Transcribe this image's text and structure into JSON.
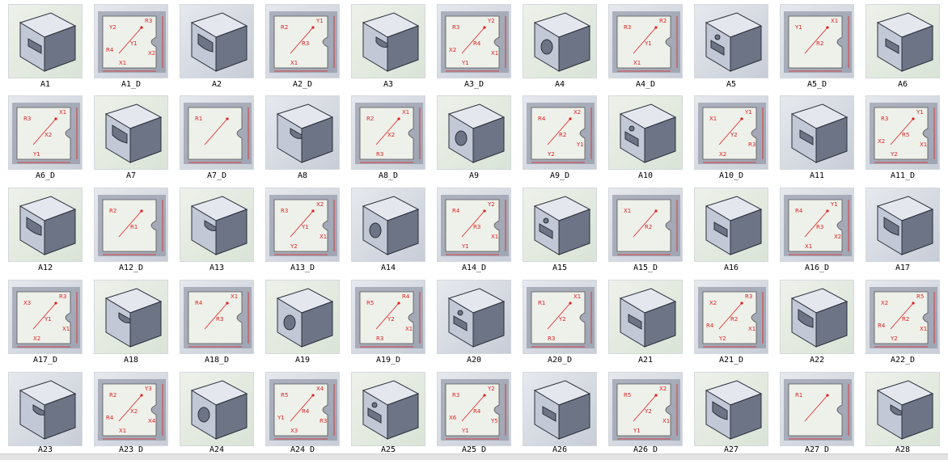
{
  "colors": {
    "bg_green_a": "#d9e3d6",
    "bg_green_b": "#eef1ea",
    "bg_blue_a": "#c7ccd6",
    "bg_blue_b": "#e6e9ee",
    "slate": "#7d8596",
    "part_top": "#e4e7ee",
    "part_front": "#c3c8d6",
    "part_side": "#6d7486",
    "part_edge": "#2b2f3a",
    "dim_red": "#e02020"
  },
  "gallery": {
    "items": [
      {
        "label": "A1",
        "kind": "3d",
        "icon": "part-shape-icon"
      },
      {
        "label": "A1_D",
        "kind": "2d",
        "icon": "drawing-icon",
        "dims": [
          "Y2",
          "Y1",
          "R3",
          "X1",
          "X2",
          "R4"
        ]
      },
      {
        "label": "A2",
        "kind": "3d",
        "icon": "part-shape-icon"
      },
      {
        "label": "A2_D",
        "kind": "2d",
        "icon": "drawing-icon",
        "dims": [
          "R2",
          "R3",
          "Y1",
          "X1"
        ]
      },
      {
        "label": "A3",
        "kind": "3d",
        "icon": "part-shape-icon"
      },
      {
        "label": "A3_D",
        "kind": "2d",
        "icon": "drawing-icon",
        "dims": [
          "R3",
          "R4",
          "Y2",
          "Y1",
          "X1",
          "X2"
        ]
      },
      {
        "label": "A4",
        "kind": "3d",
        "icon": "part-shape-icon"
      },
      {
        "label": "A4_D",
        "kind": "2d",
        "icon": "drawing-icon",
        "dims": [
          "R3",
          "Y1",
          "R2",
          "X1"
        ]
      },
      {
        "label": "A5",
        "kind": "3d",
        "icon": "part-shape-icon"
      },
      {
        "label": "A5_D",
        "kind": "2d",
        "icon": "drawing-icon",
        "dims": [
          "Y1",
          "R2",
          "X1"
        ]
      },
      {
        "label": "A6",
        "kind": "3d",
        "icon": "part-shape-icon"
      },
      {
        "label": "A6_D",
        "kind": "2d",
        "icon": "drawing-icon",
        "dims": [
          "R3",
          "X2",
          "X1",
          "Y1"
        ]
      },
      {
        "label": "A7",
        "kind": "3d",
        "icon": "part-shape-icon"
      },
      {
        "label": "A7_D",
        "kind": "2d",
        "icon": "drawing-icon",
        "dims": [
          "R1"
        ]
      },
      {
        "label": "A8",
        "kind": "3d",
        "icon": "part-shape-icon"
      },
      {
        "label": "A8_D",
        "kind": "2d",
        "icon": "drawing-icon",
        "dims": [
          "R2",
          "X2",
          "X1",
          "R3"
        ]
      },
      {
        "label": "A9",
        "kind": "3d",
        "icon": "part-shape-icon"
      },
      {
        "label": "A9_D",
        "kind": "2d",
        "icon": "drawing-icon",
        "dims": [
          "R4",
          "R2",
          "X2",
          "Y2",
          "Y1"
        ]
      },
      {
        "label": "A10",
        "kind": "3d",
        "icon": "part-shape-icon"
      },
      {
        "label": "A10_D",
        "kind": "2d",
        "icon": "drawing-icon",
        "dims": [
          "X1",
          "Y2",
          "Y1",
          "X2",
          "R3"
        ]
      },
      {
        "label": "A11",
        "kind": "3d",
        "icon": "part-shape-icon"
      },
      {
        "label": "A11_D",
        "kind": "2d",
        "icon": "drawing-icon",
        "dims": [
          "R3",
          "R5",
          "Y1",
          "Y2",
          "X1",
          "X2"
        ]
      },
      {
        "label": "A12",
        "kind": "3d",
        "icon": "part-shape-icon"
      },
      {
        "label": "A12_D",
        "kind": "2d",
        "icon": "drawing-icon",
        "dims": [
          "R2",
          "R1"
        ]
      },
      {
        "label": "A13",
        "kind": "3d",
        "icon": "part-shape-icon"
      },
      {
        "label": "A13_D",
        "kind": "2d",
        "icon": "drawing-icon",
        "dims": [
          "R3",
          "Y1",
          "X2",
          "Y2",
          "X1"
        ]
      },
      {
        "label": "A14",
        "kind": "3d",
        "icon": "part-shape-icon"
      },
      {
        "label": "A14_D",
        "kind": "2d",
        "icon": "drawing-icon",
        "dims": [
          "R4",
          "R3",
          "Y2",
          "Y1",
          "X1"
        ]
      },
      {
        "label": "A15",
        "kind": "3d",
        "icon": "part-shape-icon"
      },
      {
        "label": "A15_D",
        "kind": "2d",
        "icon": "drawing-icon",
        "dims": [
          "X1",
          "R2"
        ]
      },
      {
        "label": "A16",
        "kind": "3d",
        "icon": "part-shape-icon"
      },
      {
        "label": "A16_D",
        "kind": "2d",
        "icon": "drawing-icon",
        "dims": [
          "R4",
          "R3",
          "Y1",
          "X1",
          "X2"
        ]
      },
      {
        "label": "A17",
        "kind": "3d",
        "icon": "part-shape-icon"
      },
      {
        "label": "A17_D",
        "kind": "2d",
        "icon": "drawing-icon",
        "dims": [
          "X3",
          "Y1",
          "R3",
          "X2",
          "X1"
        ]
      },
      {
        "label": "A18",
        "kind": "3d",
        "icon": "part-shape-icon"
      },
      {
        "label": "A18_D",
        "kind": "2d",
        "icon": "drawing-icon",
        "dims": [
          "R4",
          "R3",
          "X1"
        ]
      },
      {
        "label": "A19",
        "kind": "3d",
        "icon": "part-shape-icon"
      },
      {
        "label": "A19_D",
        "kind": "2d",
        "icon": "drawing-icon",
        "dims": [
          "R5",
          "Y2",
          "R4",
          "R3",
          "X1"
        ]
      },
      {
        "label": "A20",
        "kind": "3d",
        "icon": "part-shape-icon"
      },
      {
        "label": "A20_D",
        "kind": "2d",
        "icon": "drawing-icon",
        "dims": [
          "R1",
          "Y2",
          "X1",
          "R3"
        ]
      },
      {
        "label": "A21",
        "kind": "3d",
        "icon": "part-shape-icon"
      },
      {
        "label": "A21_D",
        "kind": "2d",
        "icon": "drawing-icon",
        "dims": [
          "X2",
          "R2",
          "R3",
          "Y2",
          "X1",
          "R4"
        ]
      },
      {
        "label": "A22",
        "kind": "3d",
        "icon": "part-shape-icon"
      },
      {
        "label": "A22_D",
        "kind": "2d",
        "icon": "drawing-icon",
        "dims": [
          "X2",
          "R2",
          "R5",
          "Y2",
          "X1",
          "R4"
        ]
      },
      {
        "label": "A23",
        "kind": "3d",
        "icon": "part-shape-icon"
      },
      {
        "label": "A23_D",
        "kind": "2d",
        "icon": "drawing-icon",
        "dims": [
          "R2",
          "X2",
          "Y3",
          "X1",
          "X4",
          "R4"
        ]
      },
      {
        "label": "A24",
        "kind": "3d",
        "icon": "part-shape-icon"
      },
      {
        "label": "A24_D",
        "kind": "2d",
        "icon": "drawing-icon",
        "dims": [
          "R5",
          "R4",
          "X4",
          "X3",
          "R3",
          "Y1"
        ]
      },
      {
        "label": "A25",
        "kind": "3d",
        "icon": "part-shape-icon"
      },
      {
        "label": "A25_D",
        "kind": "2d",
        "icon": "drawing-icon",
        "dims": [
          "R3",
          "R4",
          "Y2",
          "Y1",
          "Y5",
          "X6"
        ]
      },
      {
        "label": "A26",
        "kind": "3d",
        "icon": "part-shape-icon"
      },
      {
        "label": "A26_D",
        "kind": "2d",
        "icon": "drawing-icon",
        "dims": [
          "R5",
          "Y2",
          "X2",
          "Y1",
          "X1"
        ]
      },
      {
        "label": "A27",
        "kind": "3d",
        "icon": "part-shape-icon"
      },
      {
        "label": "A27_D",
        "kind": "2d",
        "icon": "drawing-icon",
        "dims": [
          "R1"
        ]
      },
      {
        "label": "A28",
        "kind": "3d",
        "icon": "part-shape-icon"
      }
    ]
  },
  "scrollbar": {
    "name": "horizontal-scrollbar"
  }
}
